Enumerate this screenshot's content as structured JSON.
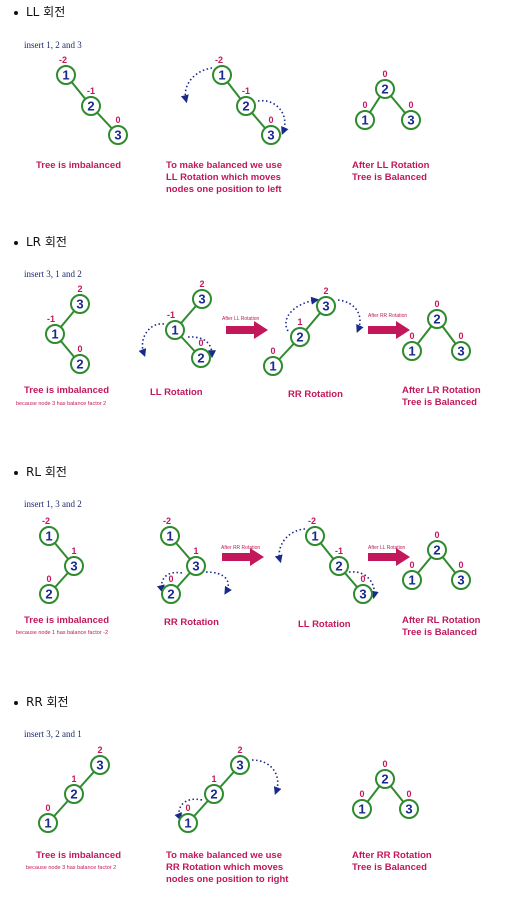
{
  "colors": {
    "node": "#2e8b2e",
    "digit": "#1a2a8c",
    "bf": "#c2185b",
    "edge": "#2e8b2e",
    "curve": "#1a2a8c"
  },
  "sections": [
    {
      "heading": "LL 회전",
      "insert": "insert 1, 2 and 3",
      "captions": [
        [
          "Tree is imbalanced"
        ],
        [
          "To make balanced we use",
          "LL Rotation which moves",
          "nodes one position to left"
        ],
        [
          "After LL Rotation",
          "Tree is Balanced"
        ]
      ],
      "sub": "",
      "arrow_labels": []
    },
    {
      "heading": "LR 회전",
      "insert": "insert 3, 1 and 2",
      "captions": [
        [
          "Tree is imbalanced"
        ],
        [
          "LL Rotation"
        ],
        [
          "RR Rotation"
        ],
        [
          "After LR Rotation",
          "Tree is Balanced"
        ]
      ],
      "sub": "because node 3 has balance factor 2",
      "arrow_labels": [
        "After LL Rotation",
        "After RR Rotation"
      ]
    },
    {
      "heading": "RL 회전",
      "insert": "insert 1, 3 and 2",
      "captions": [
        [
          "Tree is imbalanced"
        ],
        [
          "RR Rotation"
        ],
        [
          "LL Rotation"
        ],
        [
          "After RL Rotation",
          "Tree is Balanced"
        ]
      ],
      "sub": "because node 1 has balance factor -2",
      "arrow_labels": [
        "After RR Rotation",
        "After LL Rotation"
      ]
    },
    {
      "heading": "RR 회전",
      "insert": "insert 3, 2 and 1",
      "captions": [
        [
          "Tree is imbalanced"
        ],
        [
          "To make balanced we use",
          "RR Rotation which moves",
          "nodes one position to right"
        ],
        [
          "After RR Rotation",
          "Tree is Balanced"
        ]
      ],
      "sub": "because node 3 has balance factor 2",
      "arrow_labels": []
    }
  ],
  "trees": [
    {
      "section": 0,
      "nodes": [
        [
          "1",
          "-2"
        ],
        [
          "2",
          "-1"
        ],
        [
          "3",
          "0"
        ]
      ]
    },
    {
      "section": 0,
      "nodes": [
        [
          "1",
          "-2"
        ],
        [
          "2",
          "-1"
        ],
        [
          "3",
          "0"
        ]
      ]
    },
    {
      "section": 0,
      "nodes": [
        [
          "2",
          "0"
        ],
        [
          "1",
          "0"
        ],
        [
          "3",
          "0"
        ]
      ]
    },
    {
      "section": 1,
      "nodes": [
        [
          "3",
          "2"
        ],
        [
          "1",
          "-1"
        ],
        [
          "2",
          "0"
        ]
      ]
    },
    {
      "section": 1,
      "nodes": [
        [
          "3",
          "2"
        ],
        [
          "1",
          "-1"
        ],
        [
          "2",
          "0"
        ]
      ]
    },
    {
      "section": 1,
      "nodes": [
        [
          "3",
          "2"
        ],
        [
          "2",
          "1"
        ],
        [
          "1",
          "0"
        ]
      ]
    },
    {
      "section": 1,
      "nodes": [
        [
          "2",
          "0"
        ],
        [
          "1",
          "0"
        ],
        [
          "3",
          "0"
        ]
      ]
    },
    {
      "section": 2,
      "nodes": [
        [
          "1",
          "-2"
        ],
        [
          "3",
          "1"
        ],
        [
          "2",
          "0"
        ]
      ]
    },
    {
      "section": 2,
      "nodes": [
        [
          "1",
          "-2"
        ],
        [
          "3",
          "1"
        ],
        [
          "2",
          "0"
        ]
      ]
    },
    {
      "section": 2,
      "nodes": [
        [
          "1",
          "-2"
        ],
        [
          "2",
          "-1"
        ],
        [
          "3",
          "0"
        ]
      ]
    },
    {
      "section": 2,
      "nodes": [
        [
          "2",
          "0"
        ],
        [
          "1",
          "0"
        ],
        [
          "3",
          "0"
        ]
      ]
    },
    {
      "section": 3,
      "nodes": [
        [
          "3",
          "2"
        ],
        [
          "2",
          "1"
        ],
        [
          "1",
          "0"
        ]
      ]
    },
    {
      "section": 3,
      "nodes": [
        [
          "3",
          "2"
        ],
        [
          "2",
          "1"
        ],
        [
          "1",
          "0"
        ]
      ]
    },
    {
      "section": 3,
      "nodes": [
        [
          "2",
          "0"
        ],
        [
          "1",
          "0"
        ],
        [
          "3",
          "0"
        ]
      ]
    }
  ]
}
